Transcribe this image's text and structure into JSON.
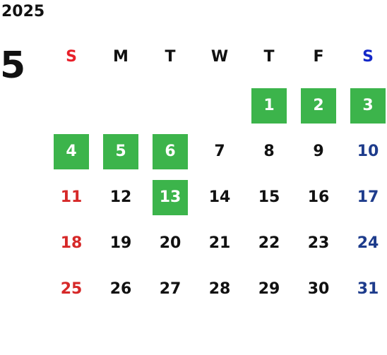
{
  "calendar": {
    "year": "2025",
    "month": "5",
    "weekdays": [
      "S",
      "M",
      "T",
      "W",
      "T",
      "F",
      "S"
    ],
    "first_weekday_index": 4,
    "days_in_month": 31,
    "highlighted_days": [
      1,
      2,
      3,
      4,
      5,
      6,
      13
    ],
    "colors": {
      "highlight_bg": "#3cb44b",
      "highlight_text": "#ffffff",
      "default_text": "#111111",
      "sunday_header": "#e8202a",
      "saturday_header": "#1428c8",
      "sunday_day": "#d62828",
      "saturday_day": "#1e3c8c"
    }
  }
}
